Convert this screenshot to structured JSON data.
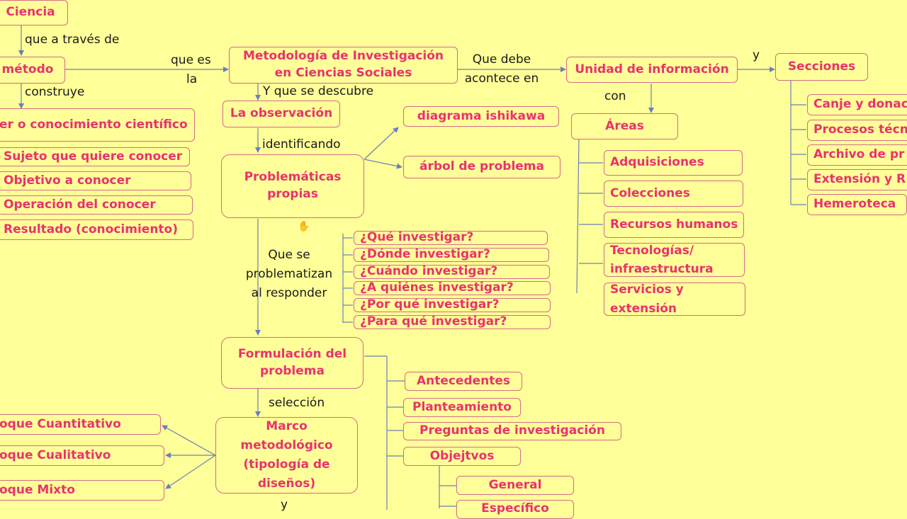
{
  "nodes": {
    "ciencia": "Ciencia",
    "metodo": "método",
    "saber": "er o conocimiento científico",
    "sujeto": "Sujeto que quiere conocer",
    "objetivo": "Objetivo a conocer",
    "operacion": "Operación del conocer",
    "resultado": "Resultado (conocimiento)",
    "metodologia_l1": "Metodología de Investigación",
    "metodologia_l2": "en Ciencias Sociales",
    "observacion": "La observación",
    "ishikawa": "diagrama ishikawa",
    "arbol": "árbol de problema",
    "problematicas_l1": "Problemáticas",
    "problematicas_l2": "propias",
    "q_que": "¿Qué investigar?",
    "q_donde": "¿Dónde investigar?",
    "q_cuando": "¿Cuándo investigar?",
    "q_quienes": "¿A quiénes investigar?",
    "q_porque": "¿Por qué investigar?",
    "q_para": "¿Para qué investigar?",
    "formulacion_l1": "Formulación del",
    "formulacion_l2": "problema",
    "antecedentes": "Antecedentes",
    "planteamiento": "Planteamiento",
    "preguntas": "Preguntas de investigación",
    "objetivos": "Objejtvos",
    "general": "General",
    "especifico": "Específico",
    "marco_l1": "Marco",
    "marco_l2": "metodológico",
    "marco_l3": "(tipología de",
    "marco_l4": "diseños)",
    "cuantitativo": "oque Cuantitativo",
    "cualitativo": "oque Cualitativo",
    "mixto": "oque Mixto",
    "unidad": "Unidad de información",
    "areas": "Áreas",
    "adquisiciones": "Adquisiciones",
    "colecciones": "Colecciones",
    "recursos": "Recursos humanos",
    "tecnologias_l1": "Tecnologías/",
    "tecnologias_l2": "infraestructura",
    "servicios_l1": "Servicios y",
    "servicios_l2": "extensión",
    "secciones": "Secciones",
    "canje": "Canje y donac",
    "procesos": "Procesos técn",
    "archivo": "Archivo de pr",
    "extension": "Extensión y R",
    "hemeroteca": "Hemeroteca"
  },
  "labels": {
    "a_traves": "que a través de",
    "construye": "construye",
    "que_es": "que es",
    "la": "la",
    "y_descubre": "Y que se descubre",
    "identificando": "identificando",
    "problematizan_l1": "Que se",
    "problematizan_l2": "problematizan",
    "problematizan_l3": "al responder",
    "seleccion": "selección",
    "y_bottom": "y",
    "que_debe_l1": "Que debe",
    "que_debe_l2": "acontece  en",
    "con": "con",
    "y_top": "y"
  },
  "colors": {
    "background": "#ffff99",
    "node_text": "#e8336e",
    "node_border": "#d46a8a",
    "line": "#6b7fb8"
  }
}
